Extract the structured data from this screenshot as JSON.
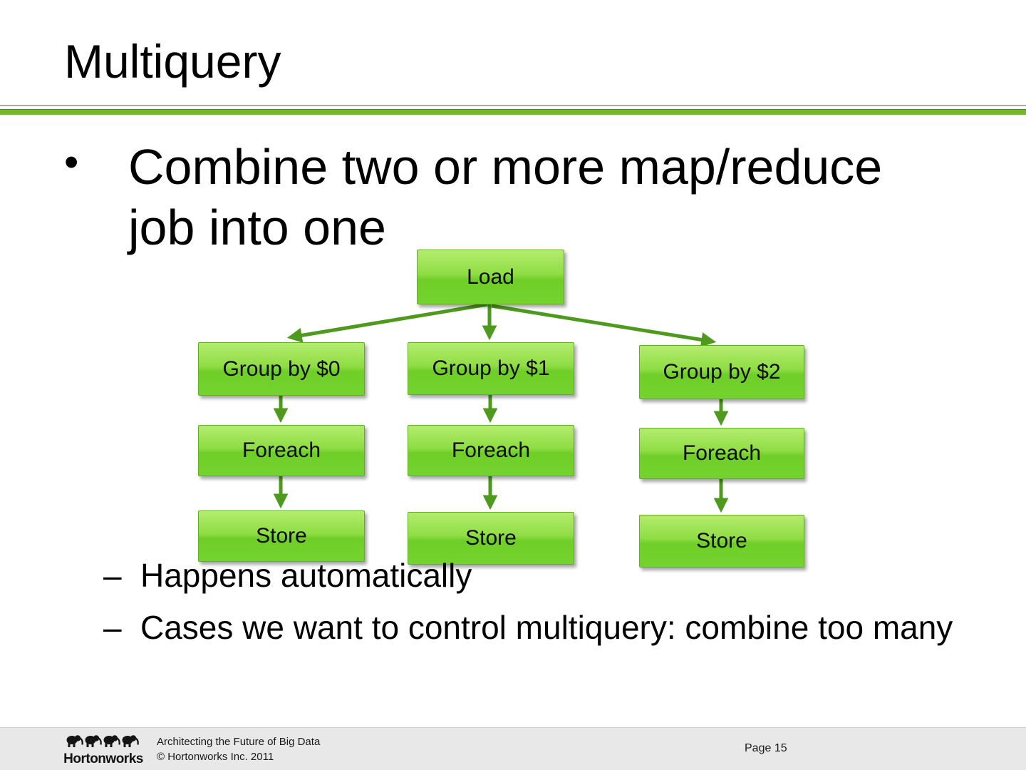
{
  "slide": {
    "title": "Multiquery",
    "bullet_marker": "•",
    "bullet": "Combine two or more map/reduce job into one",
    "sub_bullet_marker": "–",
    "sub_bullets": [
      "Happens automatically",
      "Cases we want to control multiquery: combine too many"
    ]
  },
  "diagram": {
    "load": "Load",
    "columns": [
      {
        "group": "Group by $0",
        "foreach": "Foreach",
        "store": "Store"
      },
      {
        "group": "Group by $1",
        "foreach": "Foreach",
        "store": "Store"
      },
      {
        "group": "Group by $2",
        "foreach": "Foreach",
        "store": "Store"
      }
    ]
  },
  "footer": {
    "line1": "Architecting the Future of Big Data",
    "line2": "© Hortonworks Inc. 2011",
    "page": "Page 15",
    "logo_text": "Hortonworks"
  },
  "colors": {
    "accent_green": "#76B82A",
    "box_green_light": "#A8E063",
    "box_green_dark": "#5DC322",
    "arrow_green": "#4E9A1E",
    "footer_bg": "#E8E8E8"
  }
}
